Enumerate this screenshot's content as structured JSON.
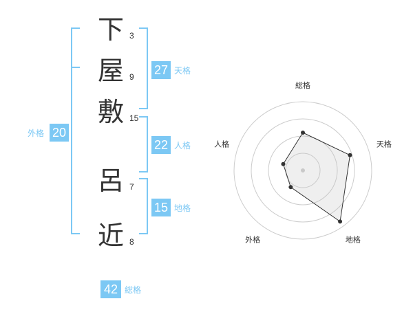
{
  "name_chars": [
    {
      "char": "下",
      "strokes": "3"
    },
    {
      "char": "屋",
      "strokes": "9"
    },
    {
      "char": "敷",
      "strokes": "15"
    },
    {
      "char": "呂",
      "strokes": "7"
    },
    {
      "char": "近",
      "strokes": "8"
    }
  ],
  "kakusu": {
    "tenkaku": {
      "value": "27",
      "label": "天格"
    },
    "jinkaku": {
      "value": "22",
      "label": "人格"
    },
    "chikaku": {
      "value": "15",
      "label": "地格"
    },
    "gaikaku": {
      "value": "20",
      "label": "外格"
    },
    "soukaku": {
      "value": "42",
      "label": "総格"
    }
  },
  "colors": {
    "accent": "#7cc8f4",
    "text": "#333333",
    "grid": "#cccccc"
  },
  "chart_data": {
    "type": "radar",
    "axes": [
      "総格",
      "天格",
      "地格",
      "外格",
      "人格"
    ],
    "values": [
      0.55,
      0.72,
      0.92,
      0.3,
      0.3
    ],
    "rings": 4,
    "max": 1
  }
}
